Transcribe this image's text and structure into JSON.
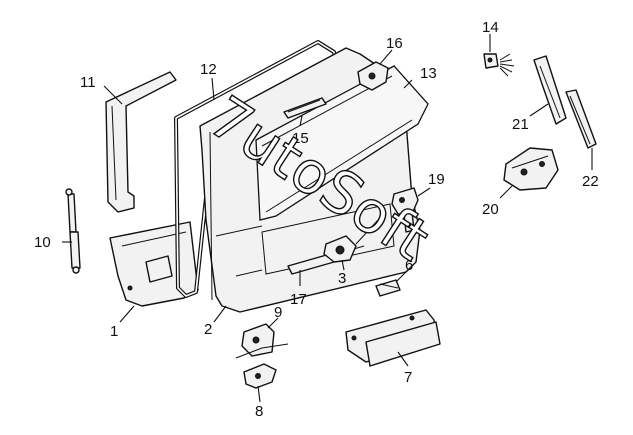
{
  "watermark": "7utoSoft",
  "callouts": [
    "1",
    "2",
    "3",
    "6",
    "7",
    "8",
    "9",
    "10",
    "11",
    "12",
    "13",
    "14",
    "15",
    "16",
    "17",
    "19",
    "20",
    "21",
    "22"
  ]
}
